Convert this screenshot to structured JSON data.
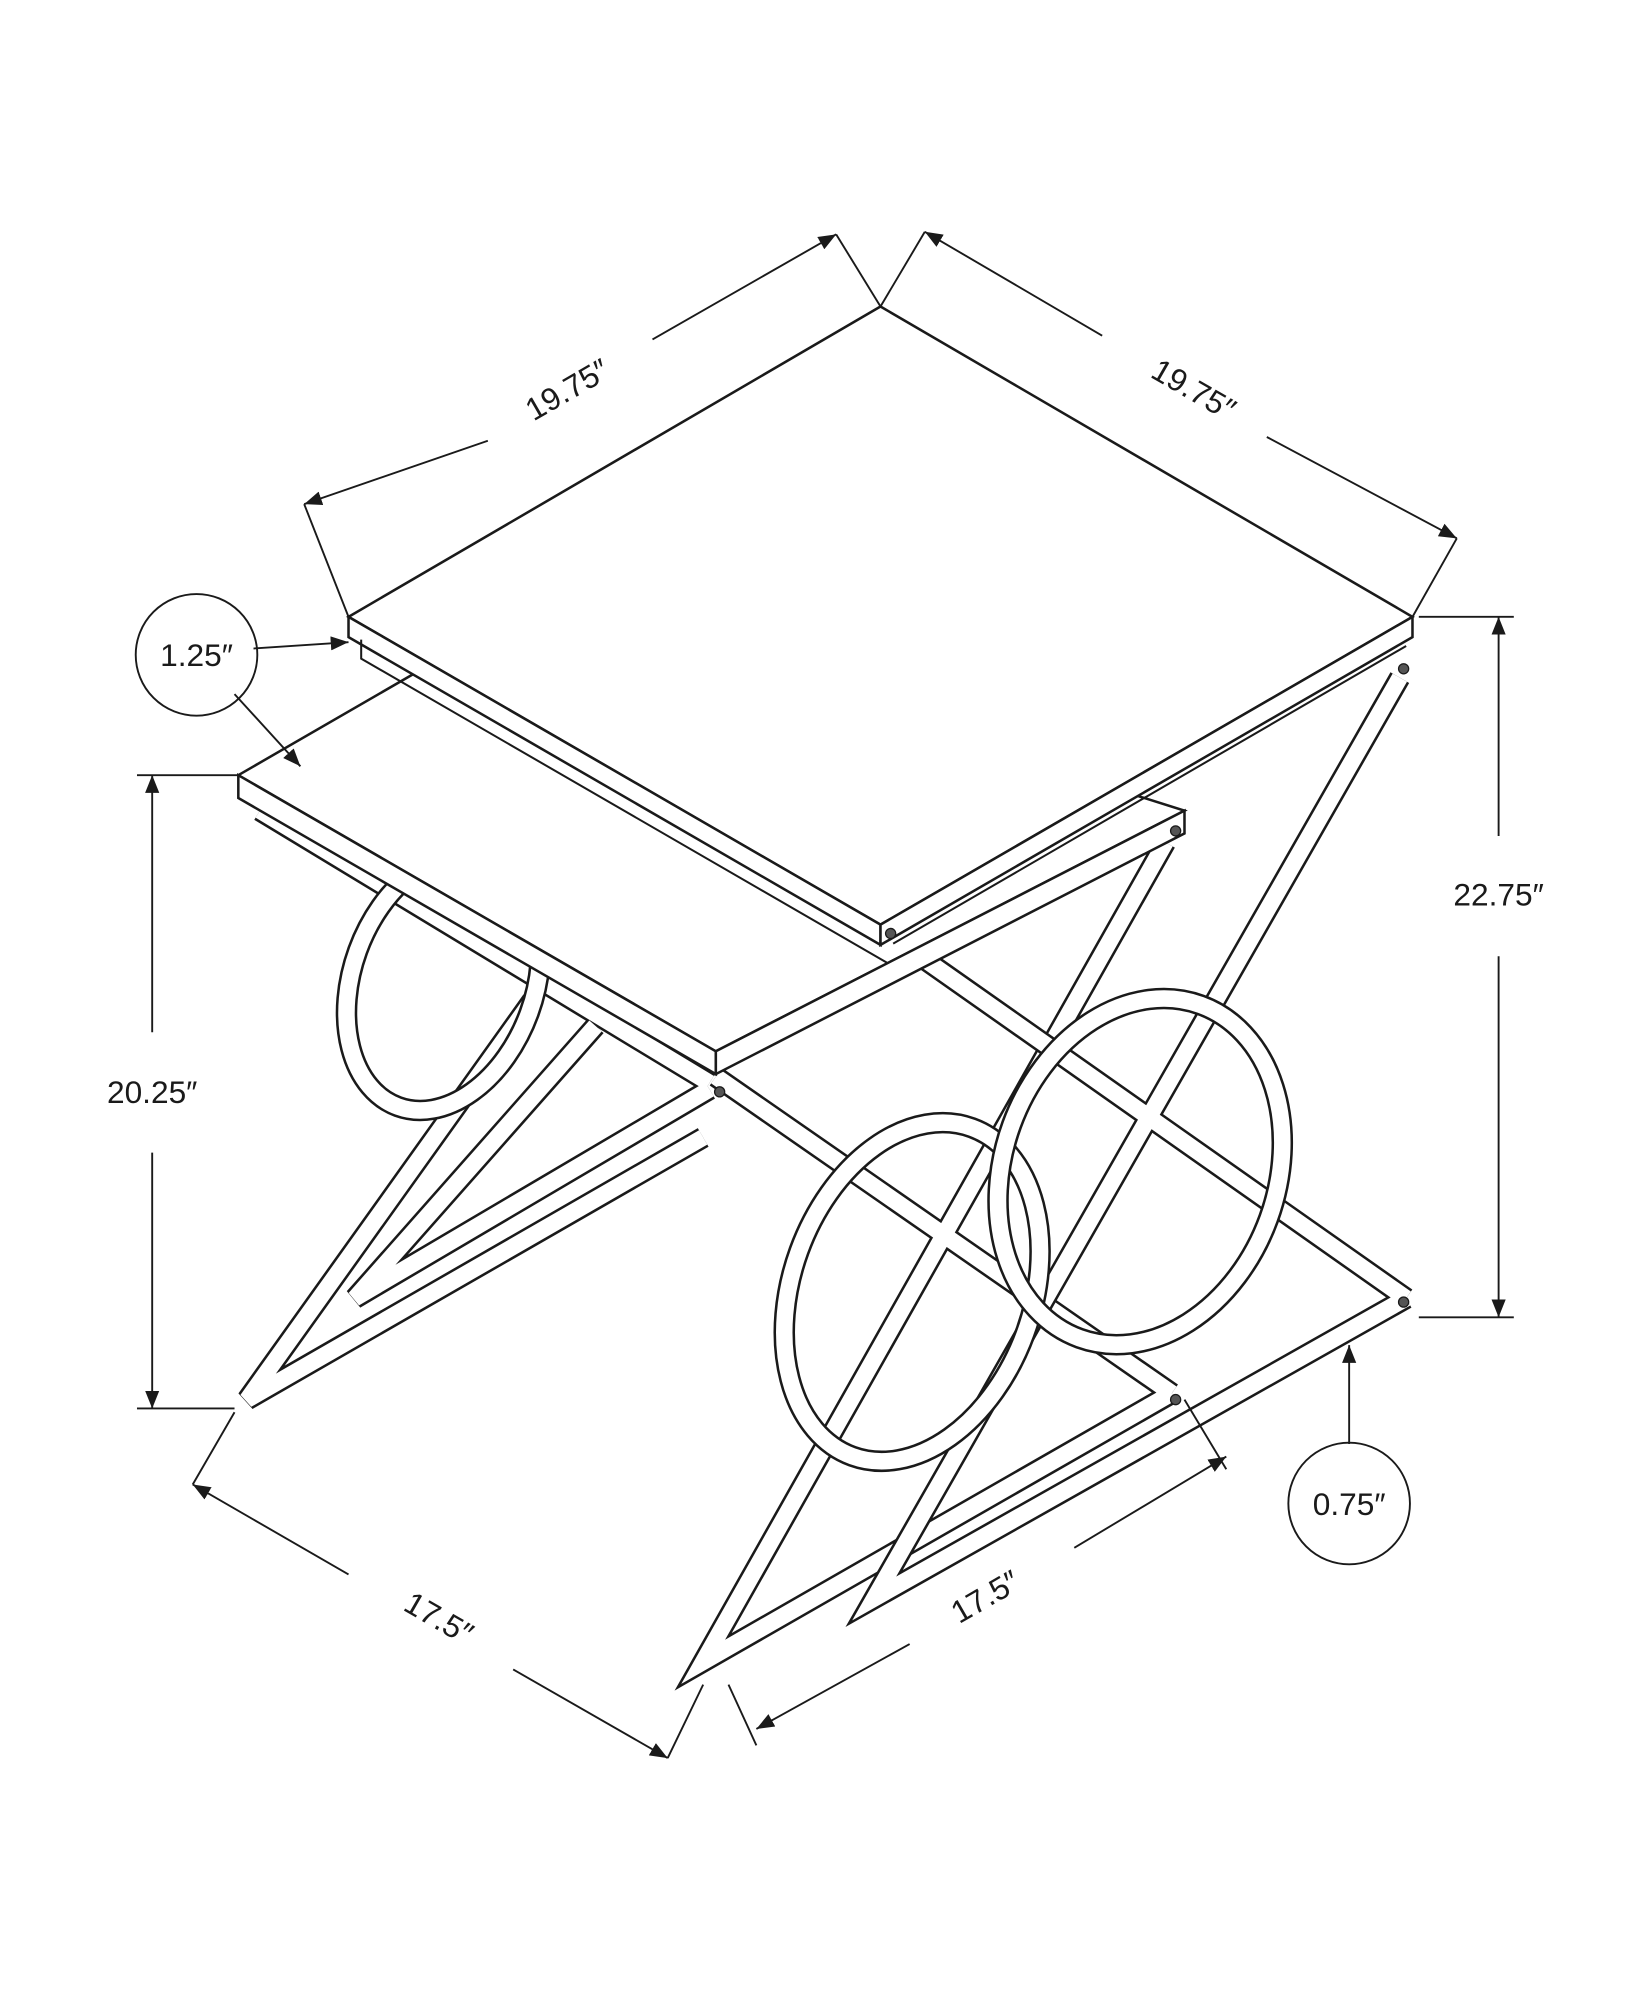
{
  "dimensions": {
    "top_width_left": "19.75″",
    "top_width_right": "19.75″",
    "top_thickness": "1.25″",
    "small_table_height": "20.25″",
    "large_table_height": "22.75″",
    "leg_clearance": "0.75″",
    "base_depth_left": "17.5″",
    "base_depth_right": "17.5″"
  },
  "colors": {
    "line": "#1a1a1a",
    "background": "#ffffff"
  }
}
